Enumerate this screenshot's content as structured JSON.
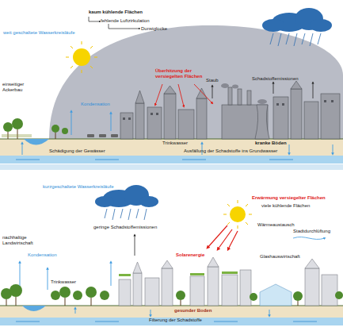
{
  "diagram": {
    "labels": [
      "kaum kühlende Flächen",
      "fehlende Luftzirkulation",
      "Dunstglocke",
      "weit geschaltete Wasserkreisläufe",
      "Staub",
      "Schadstoffemissionen",
      "Überhitzung der versiegelten Flächen",
      "einseitiger Ackerbau",
      "Kondensation",
      "Trinkwasser",
      "kranke Böden",
      "Schädigung der Gewässer",
      "Ausfällung der Schadstoffe ins Grundwasser",
      "kurzgeschaltete Wasserkreisläufe",
      "geringe Schadstoffemissionen",
      "Erwärmung versiegelter Flächen",
      "viele kühlende Flächen",
      "Wärmeaustausch",
      "Stadtdurchlüftung",
      "nachhaltige Landwirtschaft",
      "Kondensation",
      "Solarenergie",
      "Glashauswirtschaft",
      "Trinkwasser",
      "gesunder Boden",
      "Filterung der Schadstoffe"
    ]
  }
}
